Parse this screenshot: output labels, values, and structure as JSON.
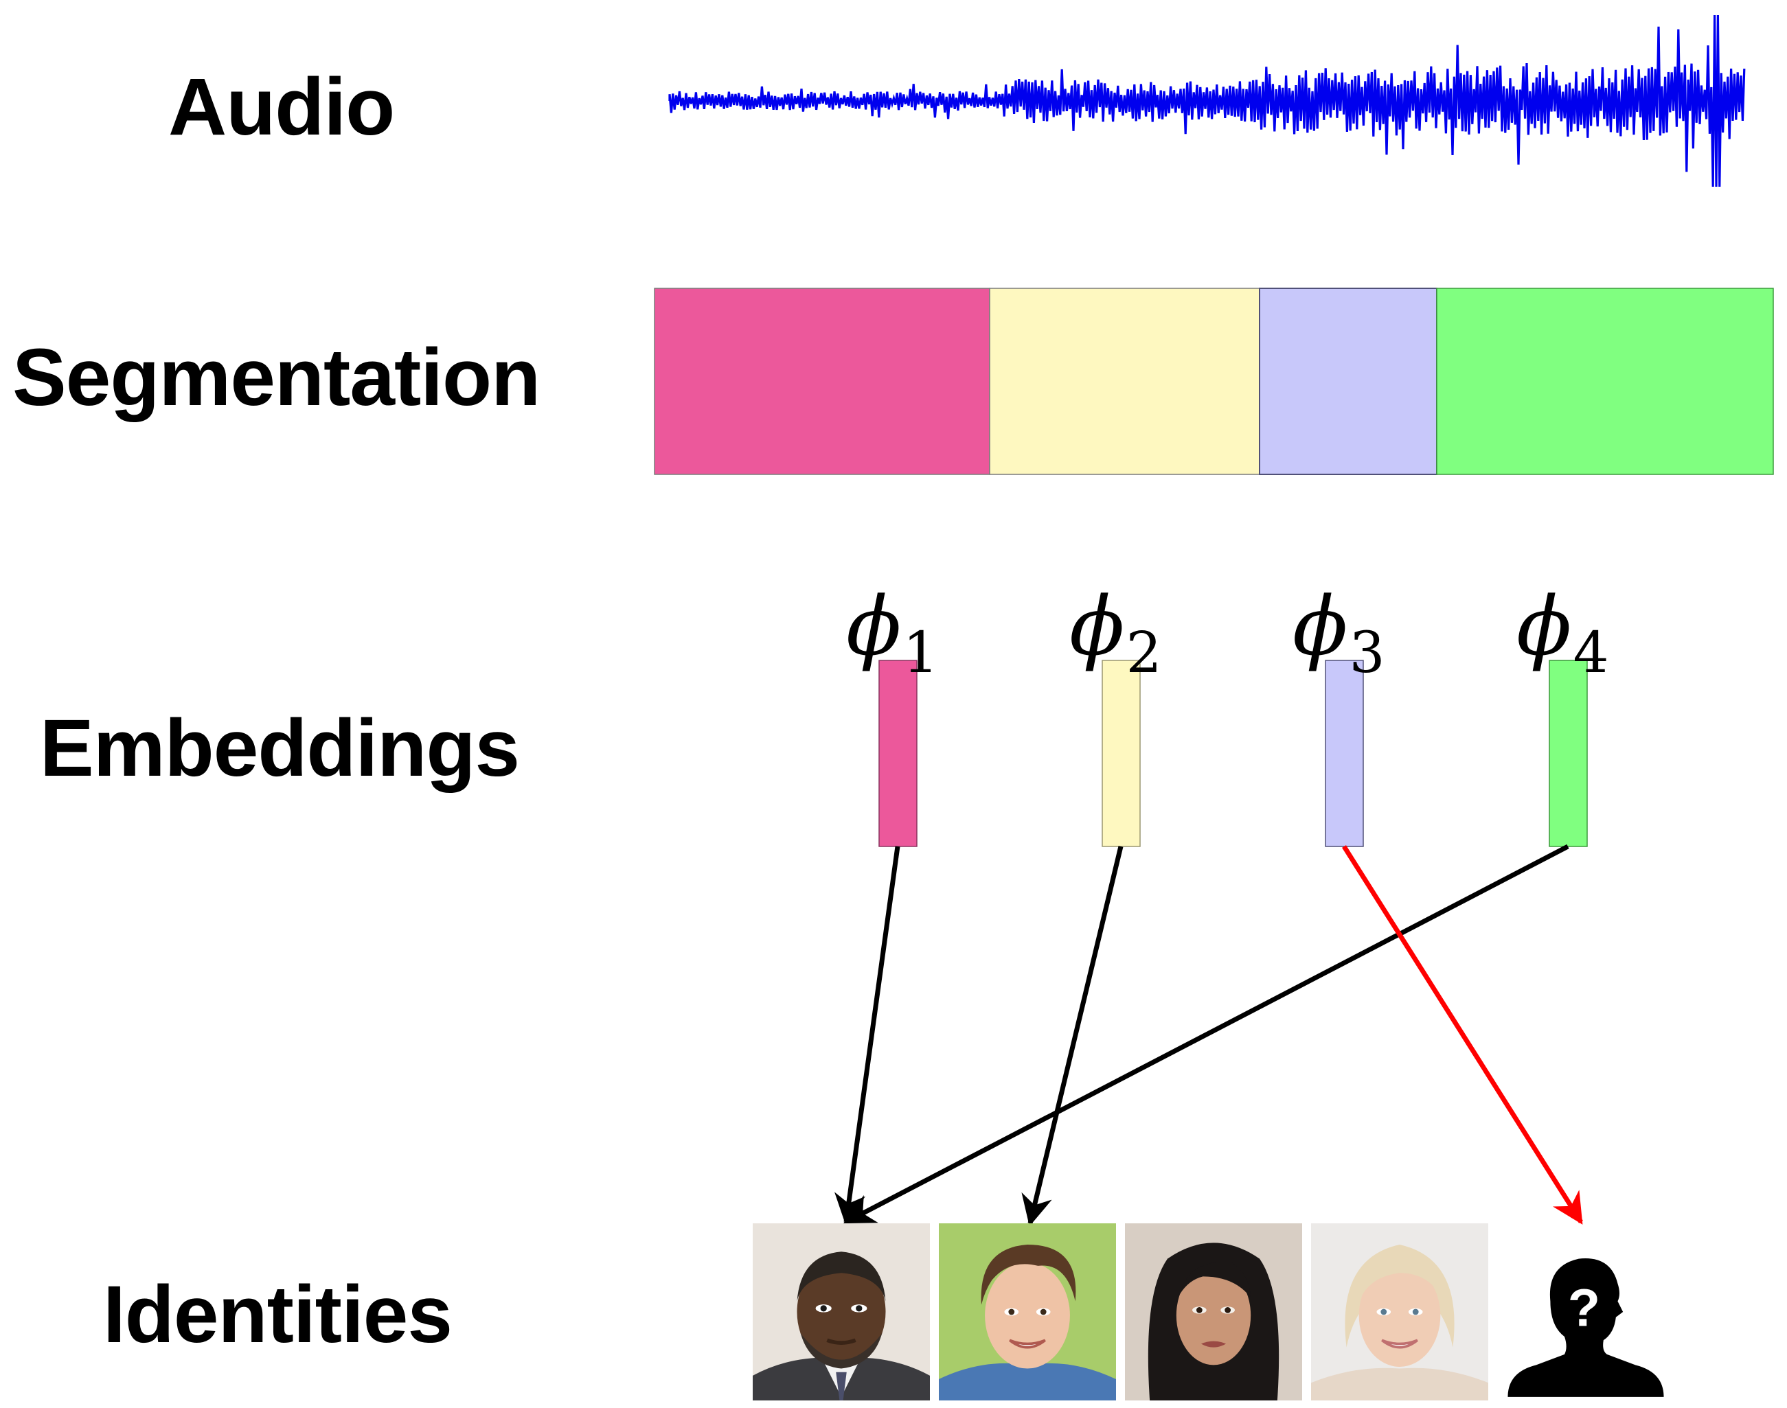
{
  "rows": {
    "audio": "Audio",
    "segmentation": "Segmentation",
    "embeddings": "Embeddings",
    "identities": "Identities"
  },
  "colors": {
    "waveform": "#0000ee",
    "segment_1": "#ec589b",
    "segment_2": "#fef8c0",
    "segment_3": "#c8c8fa",
    "segment_4": "#80ff80",
    "arrow_known": "#000000",
    "arrow_unknown": "#ff0000"
  },
  "embeddings": [
    {
      "symbol": "ϕ",
      "index": "1"
    },
    {
      "symbol": "ϕ",
      "index": "2"
    },
    {
      "symbol": "ϕ",
      "index": "3"
    },
    {
      "symbol": "ϕ",
      "index": "4"
    }
  ],
  "identities": [
    {
      "icon": "face-photo-man-suit-icon"
    },
    {
      "icon": "face-photo-young-man-icon"
    },
    {
      "icon": "face-photo-woman-dark-hair-icon"
    },
    {
      "icon": "face-photo-woman-blonde-icon"
    },
    {
      "icon": "unknown-person-silhouette-icon"
    }
  ],
  "assignments": [
    {
      "embedding": 1,
      "identity": 1,
      "kind": "known"
    },
    {
      "embedding": 2,
      "identity": 2,
      "kind": "known"
    },
    {
      "embedding": 3,
      "identity": 5,
      "kind": "unknown"
    },
    {
      "embedding": 4,
      "identity": 1,
      "kind": "known"
    }
  ]
}
